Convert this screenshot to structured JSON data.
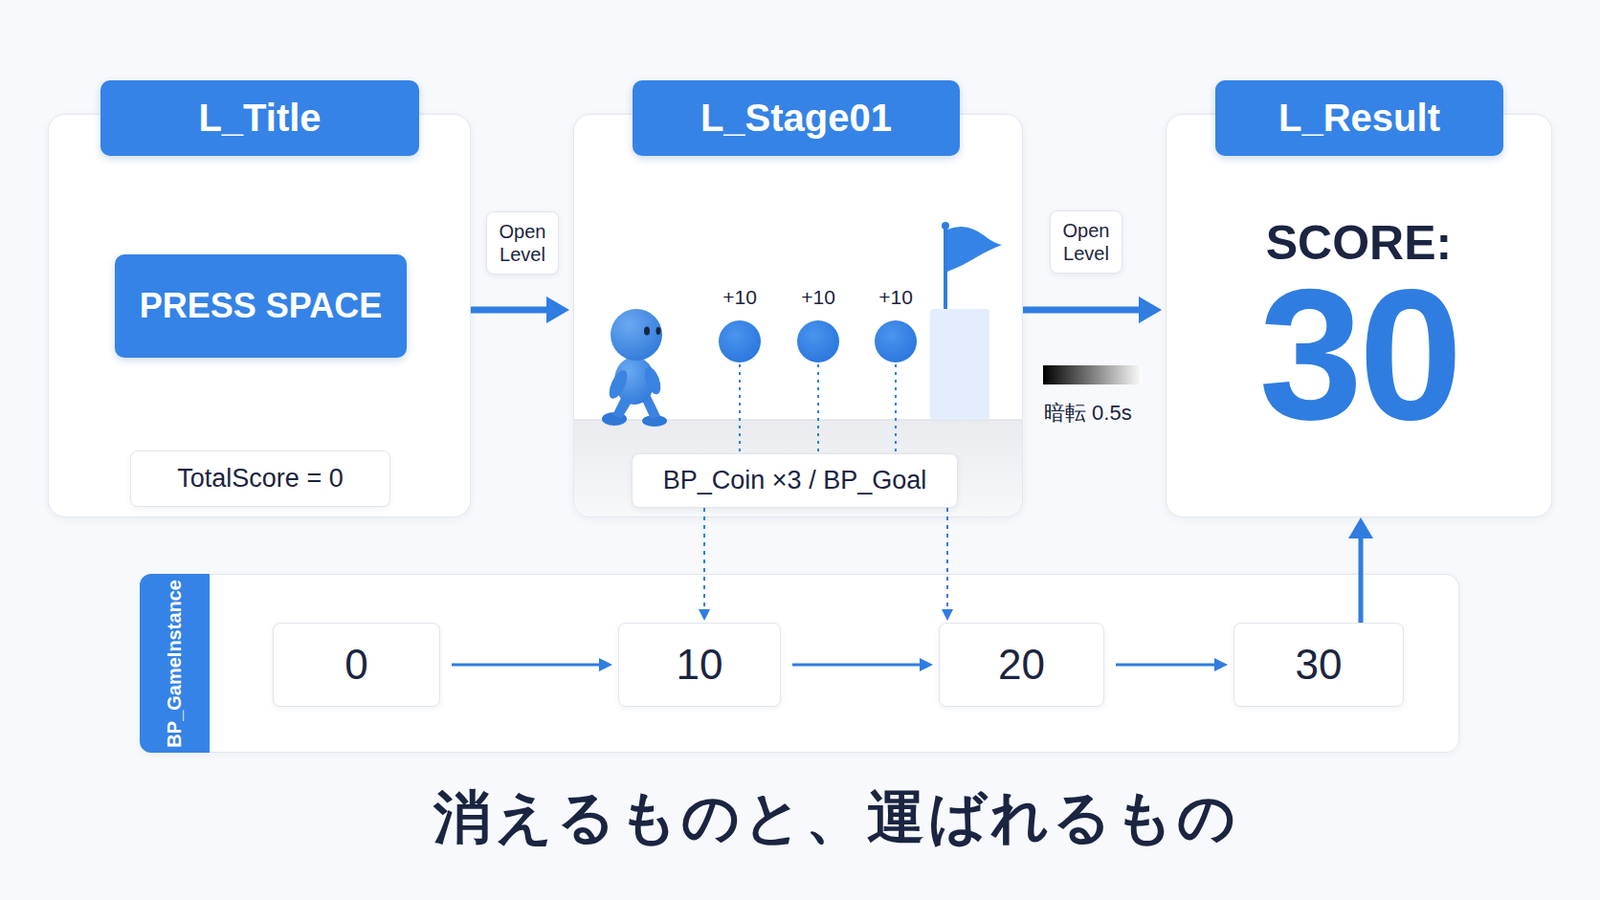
{
  "diagram": {
    "caption": "消えるものと、運ばれるもの",
    "nodes": [
      {
        "text": [
          "L_Title"
        ]
      },
      {
        "text": [
          "PRESS SPACE"
        ],
        "in": 0
      },
      {
        "text": [
          "TotalScore = 0"
        ],
        "in": 0
      },
      {
        "text": [
          "L_Stage01"
        ]
      },
      {
        "text": [
          "BP_Coin ×3 / BP_Goal"
        ],
        "in": 3
      },
      {
        "text": [
          "L_Result",
          "SCORE:",
          "30"
        ]
      },
      {
        "text": [
          "BP_GameInstance"
        ]
      },
      {
        "text": [
          "0"
        ],
        "in": 6
      },
      {
        "text": [
          "10"
        ],
        "in": 6
      },
      {
        "text": [
          "20"
        ],
        "in": 6
      },
      {
        "text": [
          "30"
        ],
        "in": 6
      }
    ],
    "edges": [
      {
        "from": 0,
        "to": 3,
        "arrow": "to",
        "label": "Open Level"
      },
      {
        "from": 3,
        "to": 5,
        "arrow": "to",
        "label": "Open Level"
      },
      {
        "from": 7,
        "to": 8,
        "arrow": "to"
      },
      {
        "from": 8,
        "to": 9,
        "arrow": "to"
      },
      {
        "from": 9,
        "to": 10,
        "arrow": "to"
      },
      {
        "from": 4,
        "to": 8,
        "arrow": "to"
      },
      {
        "from": 4,
        "to": 9,
        "arrow": "to"
      },
      {
        "from": 10,
        "to": 5,
        "arrow": "to"
      }
    ],
    "labels": [
      "+10",
      "+10",
      "+10",
      "暗転 0.5s"
    ]
  }
}
